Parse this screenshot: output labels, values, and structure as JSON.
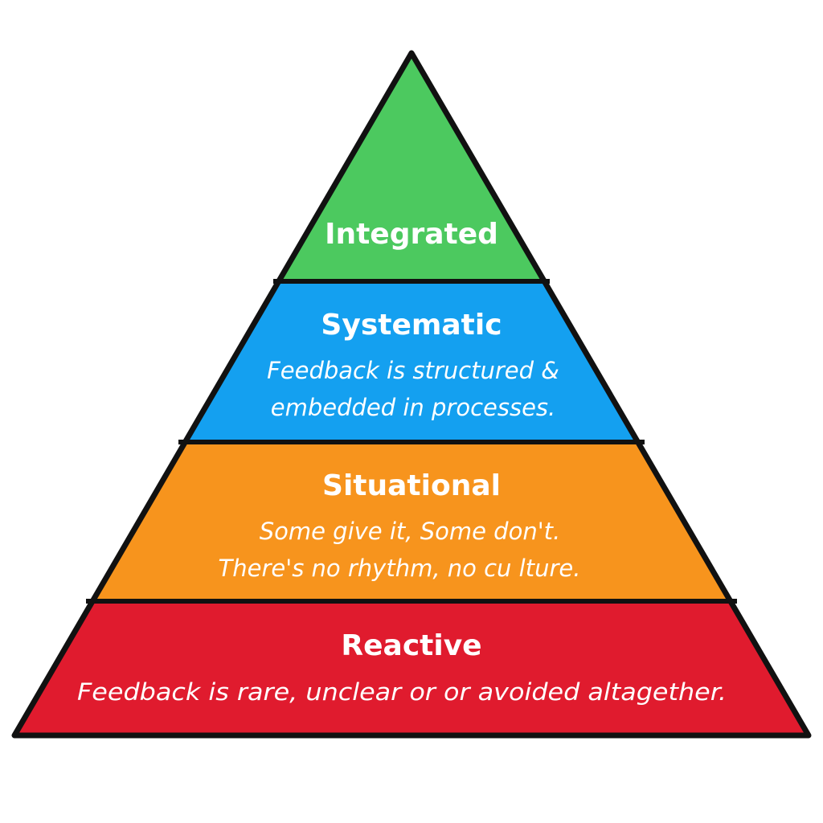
{
  "levels": [
    {
      "title": "Integrated",
      "lines": [],
      "color": "#4CC95F"
    },
    {
      "title": "Systematic",
      "lines": [
        "Feedback is structured &",
        "embedded in processes."
      ],
      "color": "#14A0F0"
    },
    {
      "title": "Situational",
      "lines": [
        "Some give it, Some don't.",
        "There's no rhythm, no cu lture."
      ],
      "color": "#F7941D"
    },
    {
      "title": "Reactive",
      "lines": [
        "Feedback is rare, unclear or or avoided altagether."
      ],
      "color": "#E01B2E"
    }
  ]
}
